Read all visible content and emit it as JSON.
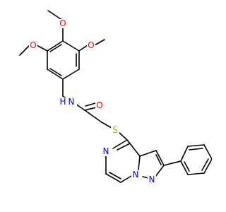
{
  "molecule": {
    "atom_colors": {
      "O": "#ff0000",
      "N": "#0000ff",
      "S": "#b2b200",
      "C": "#000000"
    },
    "labels": {
      "o_top": "O",
      "o_left": "O",
      "o_right": "O",
      "o_carbonyl": "O",
      "nh": "N",
      "h": "H",
      "s": "S",
      "n_pyrazine": "N",
      "n_bridge": "N",
      "n_pyrazole": "N"
    }
  }
}
